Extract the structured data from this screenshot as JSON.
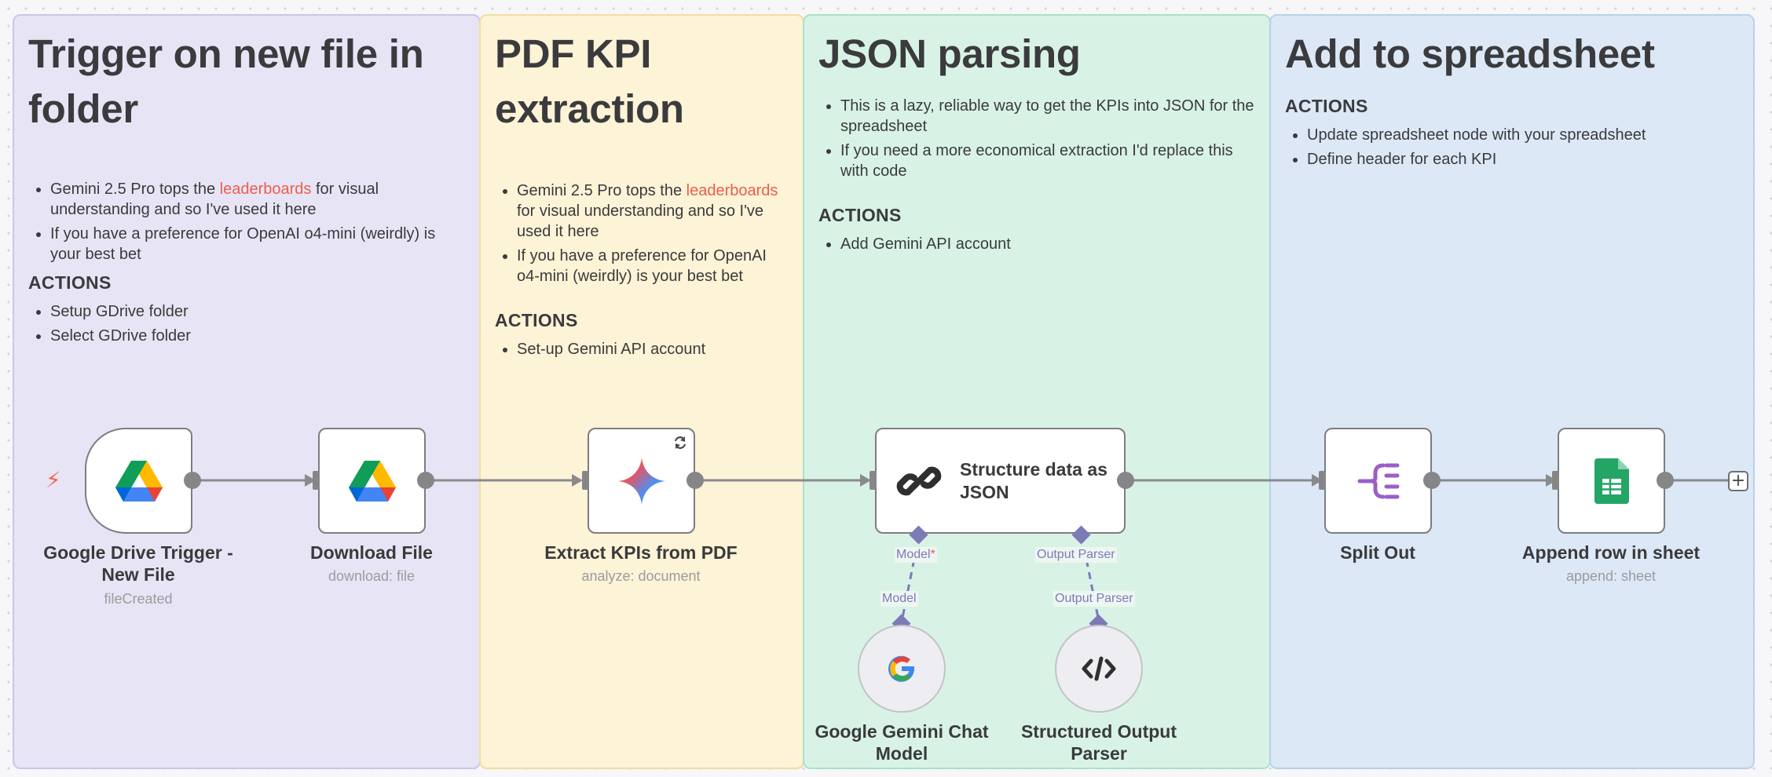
{
  "sticky_notes": {
    "trigger": {
      "title": "Trigger on new file in folder",
      "bullet1_pre": "Gemini 2.5 Pro tops the ",
      "bullet1_link": "leaderboards",
      "bullet1_post": " for visual understanding and so I've used it here",
      "bullet2": "If you have a preference for OpenAI o4-mini (weirdly) is your best bet",
      "actions_heading": "ACTIONS",
      "actions": [
        "Setup GDrive folder",
        "Select GDrive folder"
      ]
    },
    "pdf": {
      "title": "PDF KPI extraction",
      "bullet1_pre": "Gemini 2.5 Pro tops the ",
      "bullet1_link": "leaderboards",
      "bullet1_post": " for visual understanding and so I've used it here",
      "bullet2": "If you have a preference for OpenAI o4-mini (weirdly) is your best bet",
      "actions_heading": "ACTIONS",
      "actions": [
        "Set-up Gemini API account"
      ]
    },
    "json": {
      "title": "JSON parsing",
      "bullet1": "This is a lazy, reliable way to get the KPIs into JSON for the spreadsheet",
      "bullet2": "If you need a more economical extraction I'd replace this with code",
      "actions_heading": "ACTIONS",
      "actions": [
        "Add Gemini API account"
      ]
    },
    "sheet": {
      "title": "Add to spreadsheet",
      "actions_heading": "ACTIONS",
      "actions": [
        "Update spreadsheet node with your spreadsheet",
        "Define header for each KPI"
      ]
    }
  },
  "nodes": {
    "trigger": {
      "label": "Google Drive Trigger - New File",
      "sub": "fileCreated",
      "icon": "google-drive-icon"
    },
    "download": {
      "label": "Download File",
      "sub": "download: file",
      "icon": "google-drive-icon"
    },
    "extract": {
      "label": "Extract KPIs from PDF",
      "sub": "analyze: document",
      "icon": "gemini-sparkle-icon"
    },
    "structure": {
      "label": "Structure data as JSON",
      "icon": "chain-link-icon"
    },
    "gemini_model": {
      "label": "Google Gemini Chat Model",
      "icon": "google-g-icon"
    },
    "output_parser": {
      "label": "Structured Output Parser",
      "icon": "code-icon"
    },
    "split": {
      "label": "Split Out",
      "icon": "split-icon"
    },
    "append": {
      "label": "Append row in sheet",
      "sub": "append: sheet",
      "icon": "google-sheets-icon"
    }
  },
  "ports": {
    "model_label": "Model",
    "model_required": "*",
    "parser_label": "Output Parser",
    "model_label_2": "Model",
    "parser_label_2": "Output Parser"
  },
  "add_symbol": "+",
  "trigger_symbol": "⚡",
  "colors": {
    "link": "#ec5d4d",
    "port": "#7d7ab8",
    "trigger_note": "#e7e5f5",
    "pdf_note": "#fdf3d6",
    "json_note": "#d8f3e5",
    "sheet_note": "#dce8f6"
  }
}
